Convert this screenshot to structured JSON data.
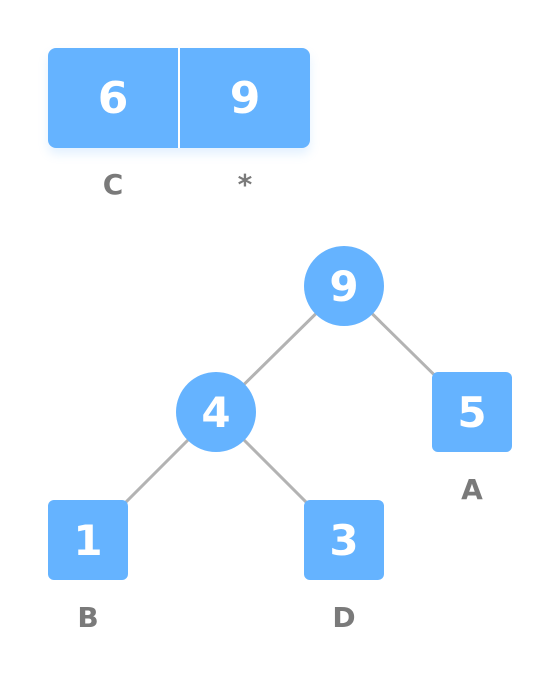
{
  "colors": {
    "node_fill": "#65b3ff",
    "edge": "#b3b3b3",
    "label": "#7a7a7a"
  },
  "array": {
    "cells": [
      {
        "value": "6",
        "label": "C"
      },
      {
        "value": "9",
        "label": "*"
      }
    ]
  },
  "tree": {
    "root": {
      "value": "9"
    },
    "internal": {
      "value": "4"
    },
    "leaves": [
      {
        "value": "5",
        "label": "A"
      },
      {
        "value": "1",
        "label": "B"
      },
      {
        "value": "3",
        "label": "D"
      }
    ]
  }
}
